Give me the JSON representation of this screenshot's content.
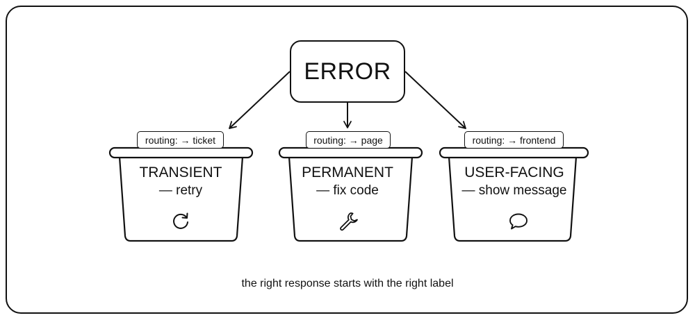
{
  "root": {
    "label": "ERROR"
  },
  "categories": [
    {
      "title": "TRANSIENT",
      "action": "— retry",
      "routing": "routing: → ticket",
      "icon": "refresh-icon"
    },
    {
      "title": "PERMANENT",
      "action": "— fix code",
      "routing": "routing: → page",
      "icon": "wrench-icon"
    },
    {
      "title": "USER-FACING",
      "action": "— show message",
      "routing": "routing: → frontend",
      "icon": "chat-bubble-icon"
    }
  ],
  "caption": "the right response starts with the right label",
  "colors": {
    "stroke": "#111111",
    "background": "#ffffff"
  }
}
